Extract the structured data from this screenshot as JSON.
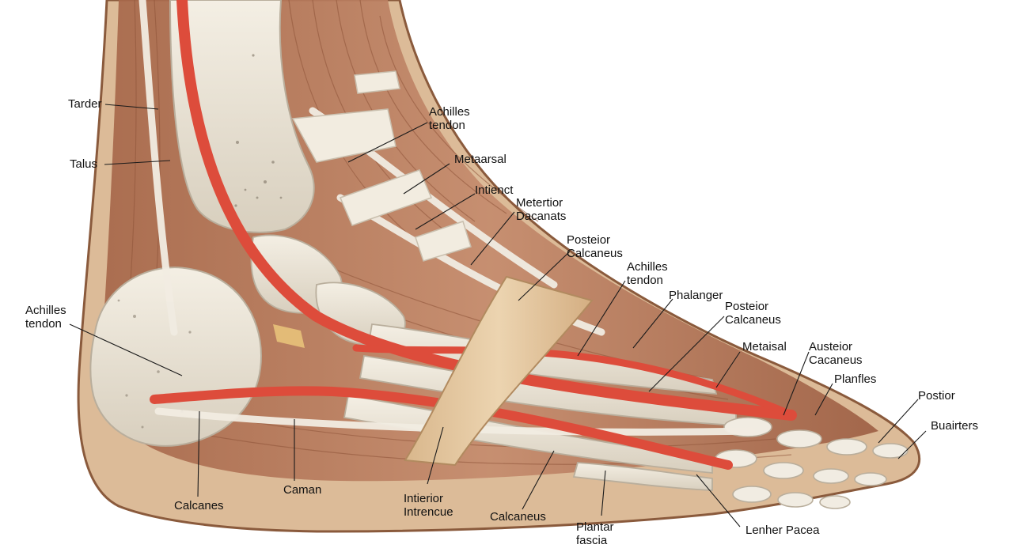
{
  "colors": {
    "background": "#ffffff",
    "skin": "#d9b896",
    "skin_outline": "#8a5a3c",
    "muscle": "#b97a5e",
    "muscle_dark": "#8e5338",
    "bone": "#ede6d8",
    "bone_shadow": "#c9bfae",
    "tendon_white": "#f1ece2",
    "red_tendon": "#dd4c3b",
    "band": "#e5c8a1",
    "leader": "#1a1a1a",
    "text": "#111111"
  },
  "labels": [
    {
      "id": "tarder",
      "lines": [
        "Tarder"
      ]
    },
    {
      "id": "talus",
      "lines": [
        "Talus"
      ]
    },
    {
      "id": "achilles-left",
      "lines": [
        "Achilles",
        "tendon"
      ]
    },
    {
      "id": "calcanes",
      "lines": [
        "Calcanes"
      ]
    },
    {
      "id": "caman",
      "lines": [
        "Caman"
      ]
    },
    {
      "id": "intierior",
      "lines": [
        "Intierior",
        "Intrencue"
      ]
    },
    {
      "id": "calcaneus-bottom",
      "lines": [
        "Calcaneus"
      ]
    },
    {
      "id": "plantar",
      "lines": [
        "Plantar",
        "fascia"
      ]
    },
    {
      "id": "lenher",
      "lines": [
        "Lenher Pacea"
      ]
    },
    {
      "id": "achilles-top",
      "lines": [
        "Achilles",
        "tendon"
      ]
    },
    {
      "id": "metaarsal",
      "lines": [
        "Metaarsal"
      ]
    },
    {
      "id": "intienct",
      "lines": [
        "Intienct"
      ]
    },
    {
      "id": "metertior",
      "lines": [
        "Metertior",
        "Dacanats"
      ]
    },
    {
      "id": "posteior-1",
      "lines": [
        "Posteior",
        "Calcaneus"
      ]
    },
    {
      "id": "achilles-mid",
      "lines": [
        "Achilles",
        "tendon"
      ]
    },
    {
      "id": "phalanger",
      "lines": [
        "Phalanger"
      ]
    },
    {
      "id": "posteior-2",
      "lines": [
        "Posteior",
        "Calcaneus"
      ]
    },
    {
      "id": "metaisal",
      "lines": [
        "Metaisal"
      ]
    },
    {
      "id": "austeior",
      "lines": [
        "Austeior",
        "Cacaneus"
      ]
    },
    {
      "id": "planfles",
      "lines": [
        "Planfles"
      ]
    },
    {
      "id": "postior",
      "lines": [
        "Postior"
      ]
    },
    {
      "id": "buairters",
      "lines": [
        "Buairters"
      ]
    }
  ]
}
